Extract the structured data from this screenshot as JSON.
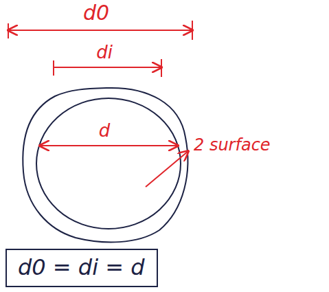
{
  "diagram": {
    "nodes": [
      {
        "text": [
          "d0 = di = d"
        ]
      }
    ],
    "labels": [
      "d0",
      "di",
      "d",
      "2 surface"
    ]
  }
}
